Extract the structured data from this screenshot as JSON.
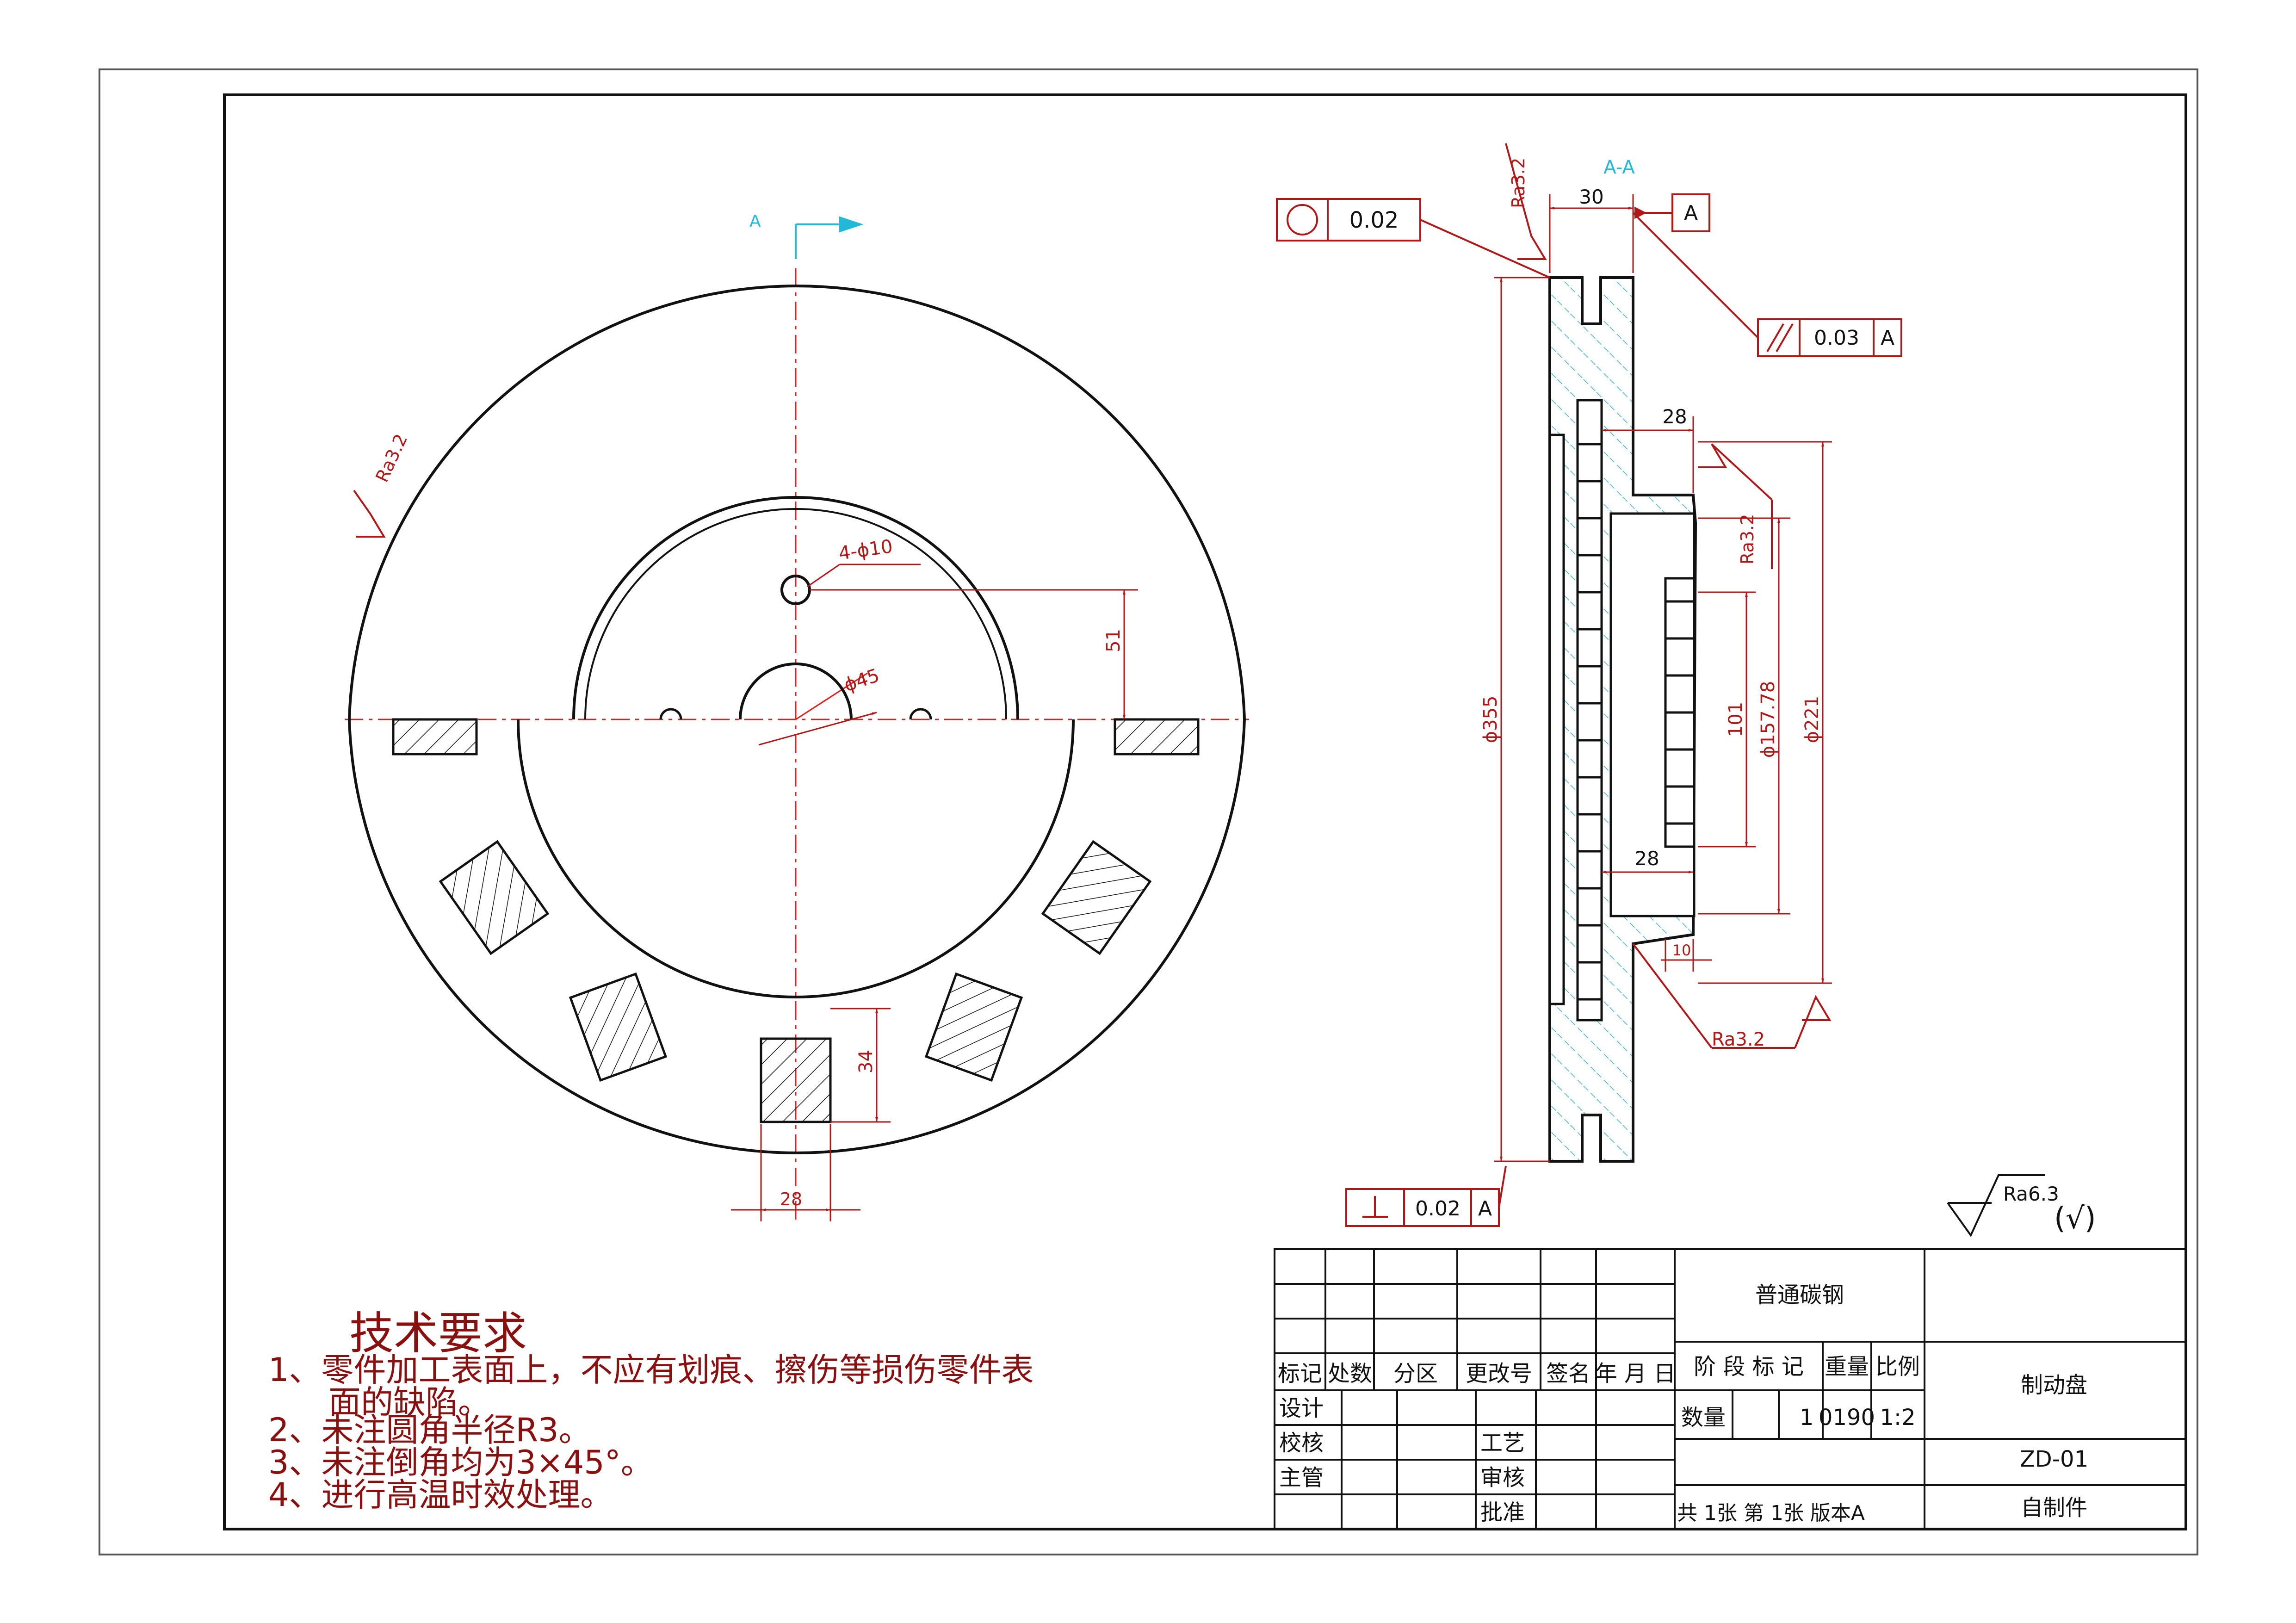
{
  "colors": {
    "outline": "#111111",
    "dimension": "#b01818",
    "centerline": "#e02020",
    "section_label": "#22b8d8",
    "hatch_section": "#44b4d0",
    "notes": "#8a1010"
  },
  "front_view": {
    "section_marker": "A",
    "roughness": "Ra3.2",
    "holes_callout": "4-ϕ10",
    "bore_callout": "ϕ45",
    "dim_hole_offset": "51",
    "dim_slot_height": "34",
    "dim_slot_width": "28"
  },
  "section_view": {
    "title": "A-A",
    "roughness_top": "Ra3.2",
    "roughness_hub": "Ra3.2",
    "roughness_bottom": "Ra3.2",
    "roundness_tol": "0.02",
    "parallel_tol": "0.03",
    "parallel_datum": "A",
    "perp_tol": "0.02",
    "perp_datum": "A",
    "datum_label": "A",
    "dim_width": "30",
    "dim_vent_top": "28",
    "dim_vent_bottom": "28",
    "dim_10": "10",
    "dim_dia_355": "ϕ355",
    "dim_dia_221": "ϕ221",
    "dim_dia_157": "ϕ157.78",
    "dim_101": "101"
  },
  "surface_finish": {
    "value": "Ra6.3",
    "note": "(√)"
  },
  "tech_requirements": {
    "title": "技术要求",
    "items": [
      "1、零件加工表面上，不应有划痕、擦伤等损伤零件表",
      "面的缺陷。",
      "2、未注圆角半径R3。",
      "3、未注倒角均为3×45°。",
      "4、进行高温时效处理。"
    ]
  },
  "title_block": {
    "material": "普通碳钢",
    "part_name": "制动盘",
    "drawing_no": "ZD-01",
    "source": "自制件",
    "rev_headers": [
      "标记",
      "处数",
      "分区",
      "更改号",
      "签名",
      "年 月 日"
    ],
    "stage_label": "阶 段 标 记",
    "weight_label": "重量",
    "scale_label": "比例",
    "qty_label": "数量",
    "qty_value": "1",
    "weight_value": "0190",
    "scale_value": "1:2",
    "design": "设计",
    "check": "校核",
    "manager": "主管",
    "process": "工艺",
    "review": "审核",
    "approve": "批准",
    "sheet_info": "共 1张  第 1张  版本A"
  }
}
